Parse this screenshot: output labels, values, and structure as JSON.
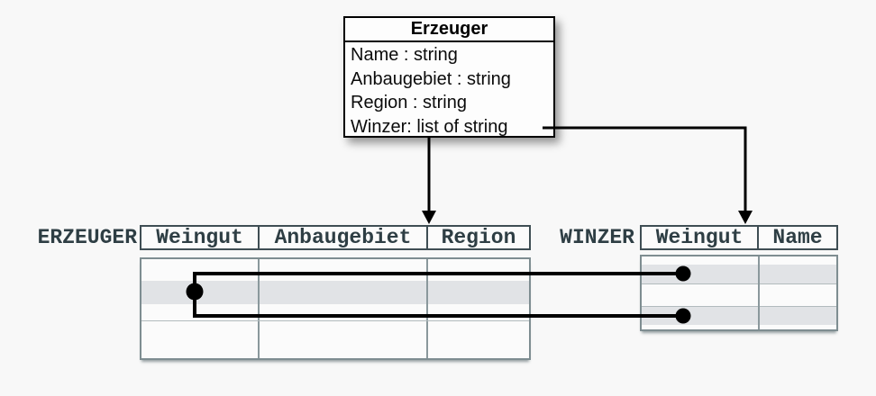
{
  "page": {
    "background": "#f8f8f8"
  },
  "class_box": {
    "title": "Erzeuger",
    "attributes": [
      "Name : string",
      "Anbaugebiet : string",
      "Region : string",
      "Winzer: list of string"
    ]
  },
  "tables": {
    "erzeuger": {
      "label": "ERZEUGER",
      "columns": [
        "Weingut",
        "Anbaugebiet",
        "Region"
      ],
      "rows_visible": 4,
      "highlighted_row_index": 2
    },
    "winzer": {
      "label": "WINZER",
      "columns": [
        "Weingut",
        "Name"
      ],
      "rows_visible": 4,
      "highlighted_row_indexes": [
        2,
        4
      ]
    }
  },
  "colors": {
    "background": "#f8f8f8",
    "class_box_border": "#000000",
    "header_text": "#2e3e44",
    "header_border": "#3f4e54",
    "body_border": "#7e8d91",
    "row_stripe": "#e1e3e6",
    "connector": "#000000"
  }
}
